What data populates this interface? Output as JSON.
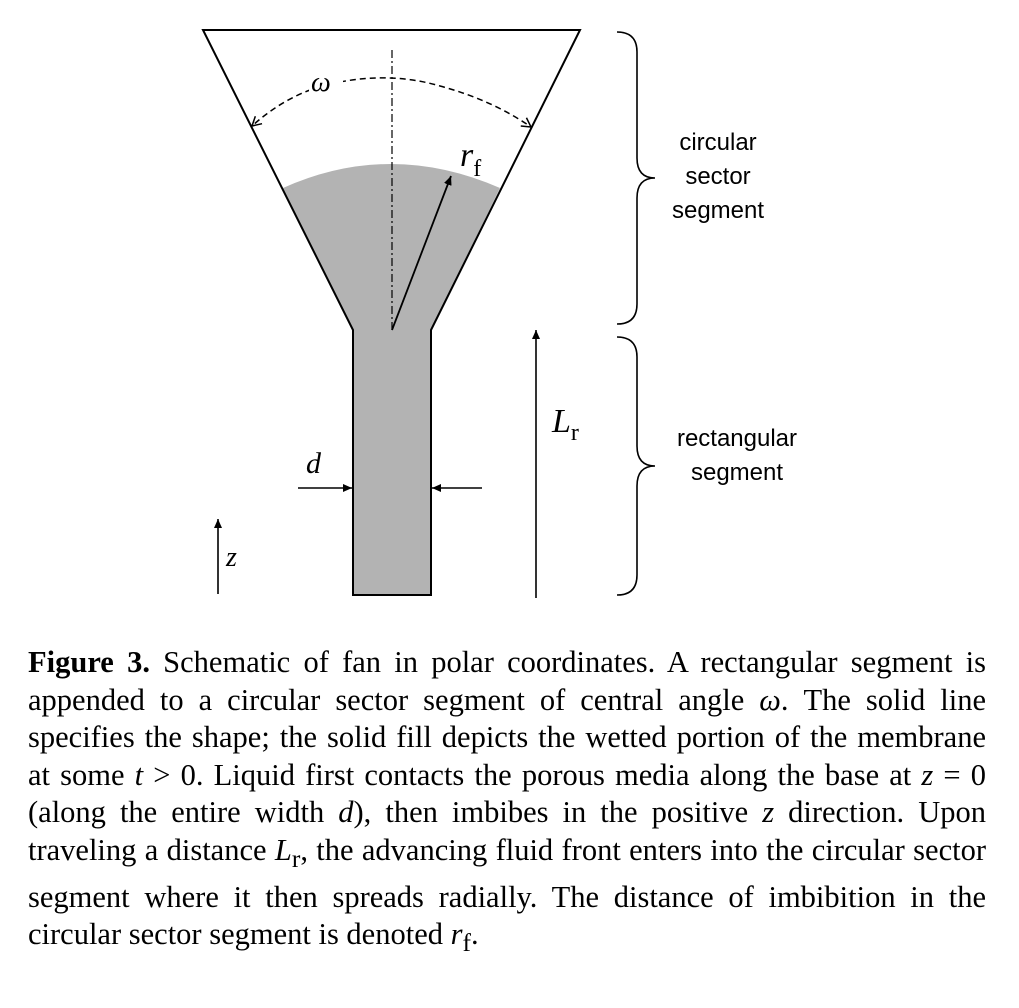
{
  "diagram": {
    "labels": {
      "omega": "ω",
      "r": "r",
      "r_sub": "f",
      "L": "L",
      "L_sub": "r",
      "d": "d",
      "z": "z"
    },
    "brace_labels": {
      "circular": [
        "circular",
        "sector",
        "segment"
      ],
      "rectangular": [
        "rectangular",
        "segment"
      ]
    },
    "colors": {
      "wetted_fill": "#b3b3b3",
      "stroke": "#000000"
    }
  },
  "caption": {
    "label": "Figure 3.",
    "text": [
      " Schematic of fan in polar coordinates. A rectangular segment is appended to a circular sector segment of central angle ",
      "ω",
      ". The solid line specifies the shape; the solid fill depicts the wetted portion of the membrane at some ",
      "t",
      " > 0. Liquid first contacts the porous media along the base at ",
      "z",
      " = 0 (along the entire width ",
      "d",
      "), then imbibes in the positive ",
      "z",
      " direction. Upon traveling a distance ",
      "L",
      "r",
      ", the advancing fluid front enters into the circular sector segment where it then spreads radially. The distance of imbibition in the circular sector segment is denoted ",
      "r",
      "f",
      "."
    ]
  }
}
